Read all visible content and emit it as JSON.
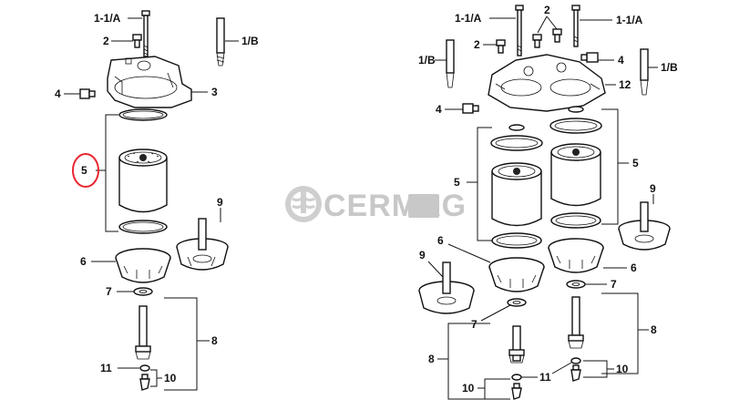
{
  "watermark": {
    "text": "CERMAG"
  },
  "left": {
    "labels": {
      "l_1_1a": "1-1/A",
      "l_2": "2",
      "l_1b": "1/B",
      "l_4": "4",
      "l_3": "3",
      "l_5": "5",
      "l_9": "9",
      "l_6": "6",
      "l_7": "7",
      "l_8": "8",
      "l_11": "11",
      "l_10": "10"
    }
  },
  "right": {
    "labels": {
      "l_1_1a_left": "1-1/A",
      "l_2_top": "2",
      "l_1_1a_right": "1-1/A",
      "l_2": "2",
      "l_1b_left": "1/B",
      "l_4_top": "4",
      "l_1b_right": "1/B",
      "l_12": "12",
      "l_4": "4",
      "l_5_left": "5",
      "l_5_right": "5",
      "l_9_right": "9",
      "l_6_left": "6",
      "l_9_left": "9",
      "l_6_right": "6",
      "l_7_left": "7",
      "l_7_right": "7",
      "l_8_right": "8",
      "l_8_left": "8",
      "l_11": "11",
      "l_10_right": "10",
      "l_10_left": "10"
    }
  },
  "highlight": {
    "color": "#e8262e",
    "target": "5"
  }
}
